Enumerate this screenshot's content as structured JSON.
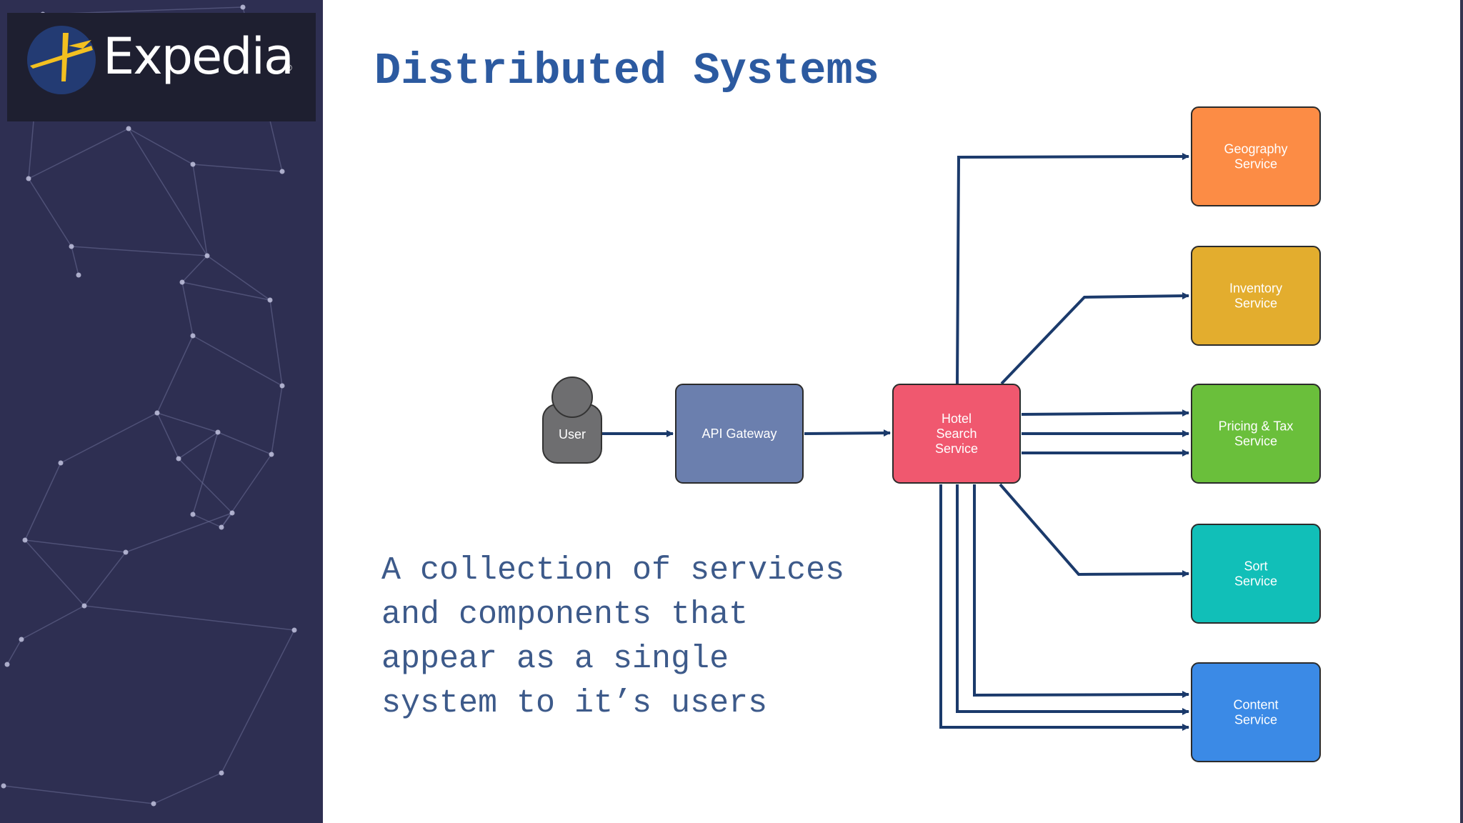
{
  "brand": {
    "name": "Expedia",
    "registered_mark": "®",
    "colors": {
      "sidebar": "#2e2f52",
      "logo_bg": "#1e1f30",
      "globe": "#233b73",
      "plane": "#f3c020"
    }
  },
  "slide": {
    "title": "Distributed Systems",
    "body_lines": [
      "A collection of services",
      "and components that",
      "appear as a single",
      "system to it’s users"
    ],
    "title_color": "#2c5aa0",
    "body_color": "#3d5a8a"
  },
  "diagram": {
    "user": {
      "label": "User",
      "color": "#6e6e70"
    },
    "nodes": [
      {
        "id": "gateway",
        "lines": [
          "API Gateway"
        ],
        "color": "#6b7fae"
      },
      {
        "id": "hotel",
        "lines": [
          "Hotel",
          "Search",
          "Service"
        ],
        "color": "#f0586f"
      },
      {
        "id": "geo",
        "lines": [
          "Geography",
          "Service"
        ],
        "color": "#fc8c45"
      },
      {
        "id": "inventory",
        "lines": [
          "Inventory",
          "Service"
        ],
        "color": "#e3ad2e"
      },
      {
        "id": "pricing",
        "lines": [
          "Pricing & Tax",
          "Service"
        ],
        "color": "#6abf3b"
      },
      {
        "id": "sort",
        "lines": [
          "Sort",
          "Service"
        ],
        "color": "#11bfb8"
      },
      {
        "id": "content",
        "lines": [
          "Content",
          "Service"
        ],
        "color": "#3b8ae6"
      }
    ],
    "edges": [
      {
        "from": "user",
        "to": "gateway"
      },
      {
        "from": "gateway",
        "to": "hotel"
      },
      {
        "from": "hotel",
        "to": "geo"
      },
      {
        "from": "hotel",
        "to": "inventory"
      },
      {
        "from": "hotel",
        "to": "pricing",
        "count": 3
      },
      {
        "from": "hotel",
        "to": "sort"
      },
      {
        "from": "hotel",
        "to": "content",
        "count": 3
      }
    ],
    "edge_color": "#1b3a6b"
  }
}
